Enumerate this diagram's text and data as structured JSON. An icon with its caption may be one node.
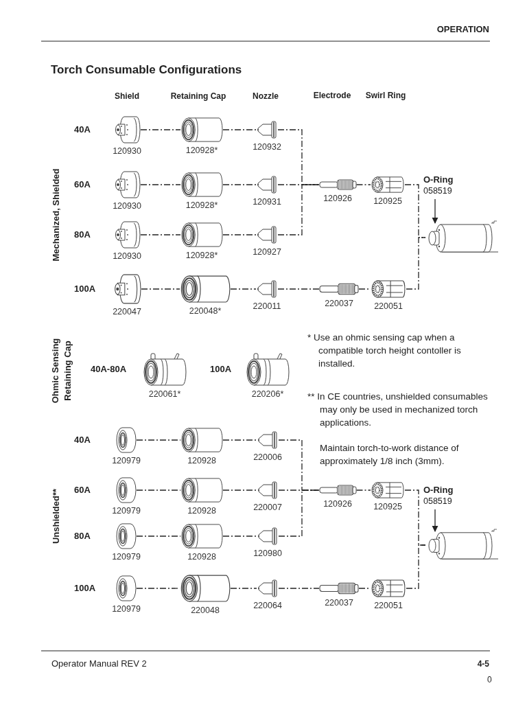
{
  "diagram": {
    "title": "Torch Consumable Configurations",
    "nodes": [
      {
        "text": [
          "120930"
        ]
      },
      {
        "text": [
          "120928*"
        ]
      },
      {
        "text": [
          "120932"
        ]
      },
      {
        "text": [
          "120930"
        ]
      },
      {
        "text": [
          "120928*"
        ]
      },
      {
        "text": [
          "120931"
        ]
      },
      {
        "text": [
          "120926"
        ]
      },
      {
        "text": [
          "120925"
        ]
      },
      {
        "text": [
          "O-Ring",
          "058519"
        ]
      },
      {
        "text": [],
        "shape": "picture"
      },
      {
        "text": [
          "120930"
        ]
      },
      {
        "text": [
          "120928*"
        ]
      },
      {
        "text": [
          "120927"
        ]
      },
      {
        "text": [
          "220047"
        ]
      },
      {
        "text": [
          "220048*"
        ]
      },
      {
        "text": [
          "220011"
        ]
      },
      {
        "text": [
          "220037"
        ]
      },
      {
        "text": [
          "220051"
        ]
      },
      {
        "text": [
          "220061*"
        ]
      },
      {
        "text": [
          "220206*"
        ]
      },
      {
        "text": [
          "120979"
        ]
      },
      {
        "text": [
          "120928"
        ]
      },
      {
        "text": [
          "220006"
        ]
      },
      {
        "text": [
          "120979"
        ]
      },
      {
        "text": [
          "120928"
        ]
      },
      {
        "text": [
          "220007"
        ]
      },
      {
        "text": [
          "120926"
        ]
      },
      {
        "text": [
          "120925"
        ]
      },
      {
        "text": [
          "O-Ring",
          "058519"
        ]
      },
      {
        "text": [],
        "shape": "picture"
      },
      {
        "text": [
          "120979"
        ]
      },
      {
        "text": [
          "120928"
        ]
      },
      {
        "text": [
          "120980"
        ]
      },
      {
        "text": [
          "120979"
        ]
      },
      {
        "text": [
          "220048"
        ]
      },
      {
        "text": [
          "220064"
        ]
      },
      {
        "text": [
          "220037"
        ]
      },
      {
        "text": [
          "220051"
        ]
      }
    ],
    "edges": [
      {
        "from": 0,
        "to": 1,
        "arrow": "none",
        "style": "dashed"
      },
      {
        "from": 1,
        "to": 2,
        "arrow": "none",
        "style": "dashed"
      },
      {
        "from": 2,
        "to": 6,
        "arrow": "none",
        "style": "dashed"
      },
      {
        "from": 3,
        "to": 4,
        "arrow": "none",
        "style": "dashed"
      },
      {
        "from": 4,
        "to": 5,
        "arrow": "none",
        "style": "dashed"
      },
      {
        "from": 5,
        "to": 6,
        "arrow": "none",
        "style": "dashed"
      },
      {
        "from": 6,
        "to": 7,
        "arrow": "none",
        "style": "dashed"
      },
      {
        "from": 7,
        "to": 9,
        "arrow": "none",
        "style": "dashed"
      },
      {
        "from": 8,
        "to": 9,
        "arrow": "to"
      },
      {
        "from": 10,
        "to": 11,
        "arrow": "none",
        "style": "dashed"
      },
      {
        "from": 11,
        "to": 12,
        "arrow": "none",
        "style": "dashed"
      },
      {
        "from": 12,
        "to": 6,
        "arrow": "none",
        "style": "dashed"
      },
      {
        "from": 13,
        "to": 14,
        "arrow": "none",
        "style": "dashed"
      },
      {
        "from": 14,
        "to": 15,
        "arrow": "none",
        "style": "dashed"
      },
      {
        "from": 15,
        "to": 16,
        "arrow": "none",
        "style": "dashed"
      },
      {
        "from": 16,
        "to": 17,
        "arrow": "none",
        "style": "dashed"
      },
      {
        "from": 17,
        "to": 9,
        "arrow": "none",
        "style": "dashed"
      },
      {
        "from": 20,
        "to": 21,
        "arrow": "none",
        "style": "dashed"
      },
      {
        "from": 21,
        "to": 22,
        "arrow": "none",
        "style": "dashed"
      },
      {
        "from": 22,
        "to": 26,
        "arrow": "none",
        "style": "dashed"
      },
      {
        "from": 23,
        "to": 24,
        "arrow": "none",
        "style": "dashed"
      },
      {
        "from": 24,
        "to": 25,
        "arrow": "none",
        "style": "dashed"
      },
      {
        "from": 25,
        "to": 26,
        "arrow": "none",
        "style": "dashed"
      },
      {
        "from": 26,
        "to": 27,
        "arrow": "none",
        "style": "dashed"
      },
      {
        "from": 27,
        "to": 29,
        "arrow": "none",
        "style": "dashed"
      },
      {
        "from": 28,
        "to": 29,
        "arrow": "to"
      },
      {
        "from": 30,
        "to": 31,
        "arrow": "none",
        "style": "dashed"
      },
      {
        "from": 31,
        "to": 32,
        "arrow": "none",
        "style": "dashed"
      },
      {
        "from": 32,
        "to": 26,
        "arrow": "none",
        "style": "dashed"
      },
      {
        "from": 33,
        "to": 34,
        "arrow": "none",
        "style": "dashed"
      },
      {
        "from": 34,
        "to": 35,
        "arrow": "none",
        "style": "dashed"
      },
      {
        "from": 35,
        "to": 36,
        "arrow": "none",
        "style": "dashed"
      },
      {
        "from": 36,
        "to": 37,
        "arrow": "none",
        "style": "dashed"
      },
      {
        "from": 37,
        "to": 29,
        "arrow": "none",
        "style": "dashed"
      }
    ],
    "labels": [
      "OPERATION",
      "Shield",
      "Retaining Cap",
      "Nozzle",
      "Electrode",
      "Swirl Ring",
      "40A",
      "60A",
      "80A",
      "100A",
      "Mechanized, Shielded",
      "Ohmic Sensing Retaining Cap",
      "40A-80A",
      "100A",
      "* Use an ohmic sensing cap when a compatible torch height contoller is installed.",
      "** In CE countries, unshielded consumables may only be used in mechanized torch applications.",
      "Maintain torch-to-work distance of approximately 1/8 inch (3mm).",
      "40A",
      "60A",
      "80A",
      "100A",
      "Unshielded**",
      "Operator Manual REV 2",
      "4-5",
      "0"
    ]
  }
}
